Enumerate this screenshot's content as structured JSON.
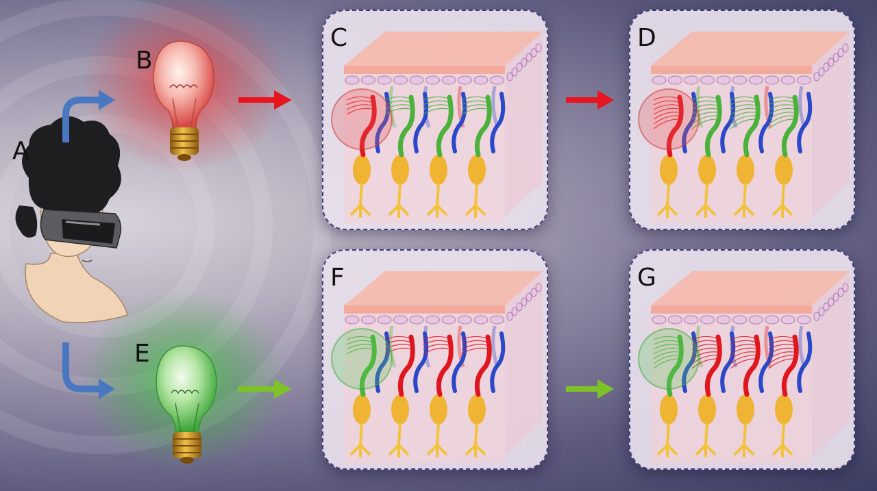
{
  "labels": {
    "a": "A",
    "b": "B",
    "c": "C",
    "d": "D",
    "e": "E",
    "f": "F",
    "g": "G"
  },
  "colors": {
    "flow_arrow": "#4a78c0",
    "red_light": "#e8141e",
    "green_light": "#7ec228",
    "panel_border": "#3a3d7c",
    "panel_fill": "#e8e0ec",
    "red_cone": "#e0161e",
    "green_cone": "#4ab23a",
    "blue_cone": "#2a48c8",
    "bipolar_cell": "#f0b020",
    "pigment_layer": "#f7b7a8"
  },
  "icons": [
    "vr-headset-user-icon",
    "red-light-bulb-icon",
    "green-light-bulb-icon",
    "retina-cross-section-icon"
  ]
}
